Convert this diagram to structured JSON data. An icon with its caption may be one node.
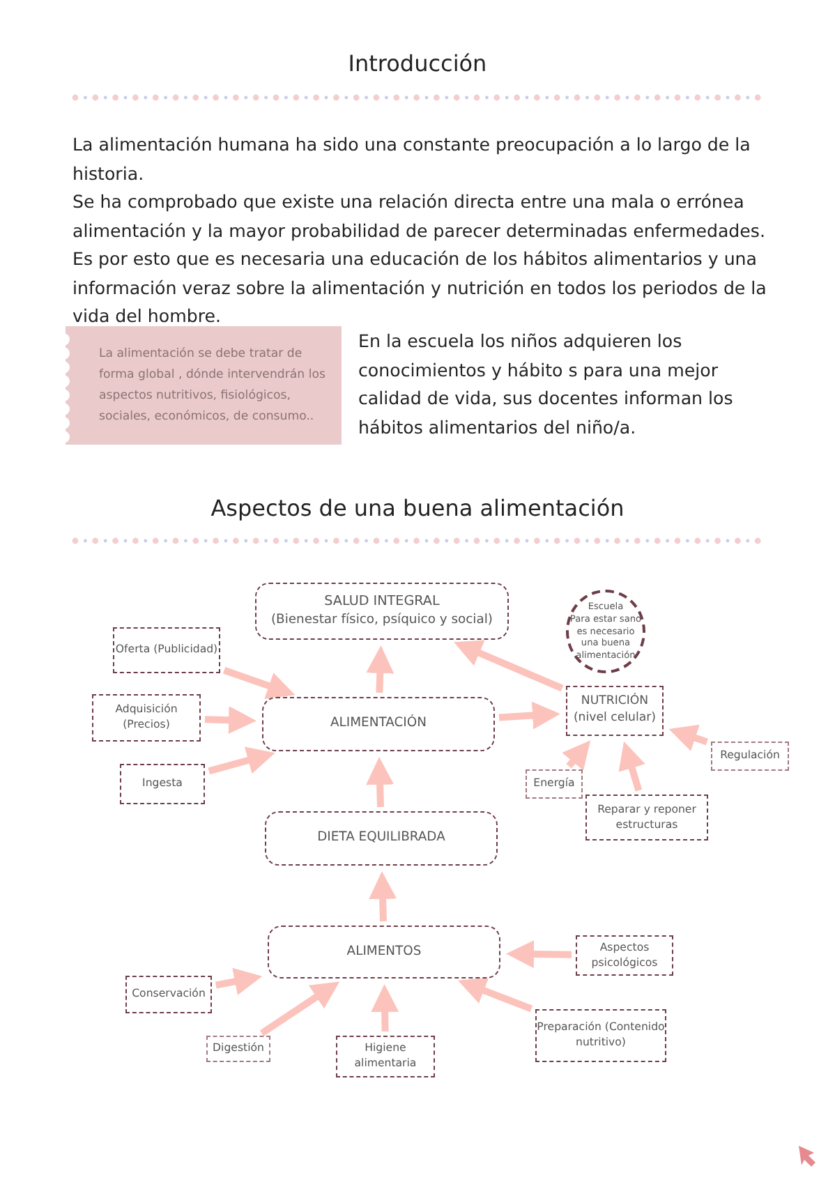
{
  "diagram": {
    "title": "Introducción",
    "nodes": [
      {
        "text": [
          "La alimentación se debe tratar de forma global , dónde  intervendrán los aspectos nutritivos, fisiológicos, sociales, económicos, de consumo.."
        ]
      },
      {
        "text": [
          "SALUD INTEGRAL",
          "(Bienestar físico, psíquico y social)"
        ]
      },
      {
        "text": [
          "Escuela",
          "Para estar sano es necesario una buena alimentación"
        ]
      },
      {
        "text": [
          "Oferta (Publicidad)"
        ]
      },
      {
        "text": [
          "Adquisición (Precios)"
        ]
      },
      {
        "text": [
          "ALIMENTACIÓN"
        ]
      },
      {
        "text": [
          "NUTRICIÓN (nivel celular)"
        ]
      },
      {
        "text": [
          "Regulación"
        ]
      },
      {
        "text": [
          "Ingesta"
        ]
      },
      {
        "text": [
          "Energía"
        ]
      },
      {
        "text": [
          "Reparar y reponer estructuras"
        ]
      },
      {
        "text": [
          "DIETA EQUILIBRADA"
        ]
      },
      {
        "text": [
          "ALIMENTOS"
        ]
      },
      {
        "text": [
          "Aspectos psicológicos"
        ]
      },
      {
        "text": [
          "Conservación"
        ]
      },
      {
        "text": [
          "Preparación (Contenido nutritivo)"
        ]
      },
      {
        "text": [
          "Digestión"
        ]
      },
      {
        "text": [
          "Higiene alimentaria"
        ]
      }
    ],
    "edges": [
      {
        "from": 5,
        "to": 1,
        "arrow": "to"
      },
      {
        "from": 6,
        "to": 1,
        "arrow": "to"
      },
      {
        "from": 5,
        "to": 6,
        "arrow": "to"
      },
      {
        "from": 3,
        "to": 5,
        "arrow": "to"
      },
      {
        "from": 4,
        "to": 5,
        "arrow": "to"
      },
      {
        "from": 8,
        "to": 5,
        "arrow": "to"
      },
      {
        "from": 7,
        "to": 6,
        "arrow": "to"
      },
      {
        "from": 9,
        "to": 6,
        "arrow": "to"
      },
      {
        "from": 10,
        "to": 6,
        "arrow": "to"
      },
      {
        "from": 11,
        "to": 5,
        "arrow": "to"
      },
      {
        "from": 12,
        "to": 11,
        "arrow": "to"
      },
      {
        "from": 13,
        "to": 12,
        "arrow": "to"
      },
      {
        "from": 14,
        "to": 12,
        "arrow": "to"
      },
      {
        "from": 15,
        "to": 12,
        "arrow": "to"
      },
      {
        "from": 16,
        "to": 12,
        "arrow": "to"
      },
      {
        "from": 17,
        "to": 12,
        "arrow": "to"
      }
    ],
    "labels": [
      "La alimentación humana ha sido una constante preocupación a lo largo de la historia.",
      "Se ha comprobado que existe una relación directa entre una mala o errónea alimentación y la mayor probabilidad de parecer determinadas enfermedades. Es por esto que es necesaria una educación de los hábitos alimentarios y una información veraz sobre la alimentación y nutrición en todos los periodos de la vida del hombre.",
      "En la escuela los niños adquieren los conocimientos y hábito s para una mejor calidad de vida, sus docentes informan los hábitos alimentarios del niño/a.",
      "Aspectos de una buena alimentación"
    ]
  }
}
